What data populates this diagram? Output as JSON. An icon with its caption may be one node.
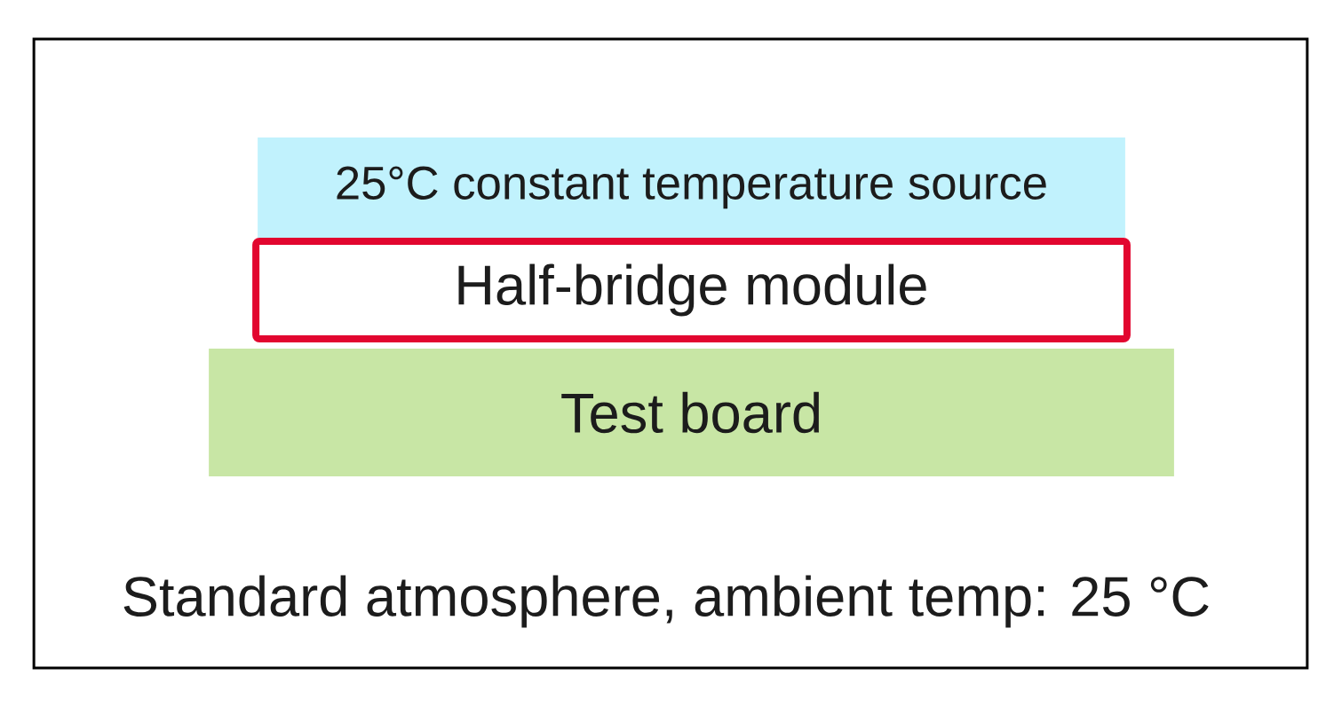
{
  "diagram": {
    "nodes": [
      {
        "text": [
          "Standard atmosphere, ambient temp: 25 °C"
        ]
      },
      {
        "text": [
          "25°C constant temperature source"
        ],
        "in": 0
      },
      {
        "text": [
          "Half-bridge module"
        ],
        "in": 0
      },
      {
        "text": [
          "Test board"
        ],
        "in": 0
      }
    ]
  }
}
